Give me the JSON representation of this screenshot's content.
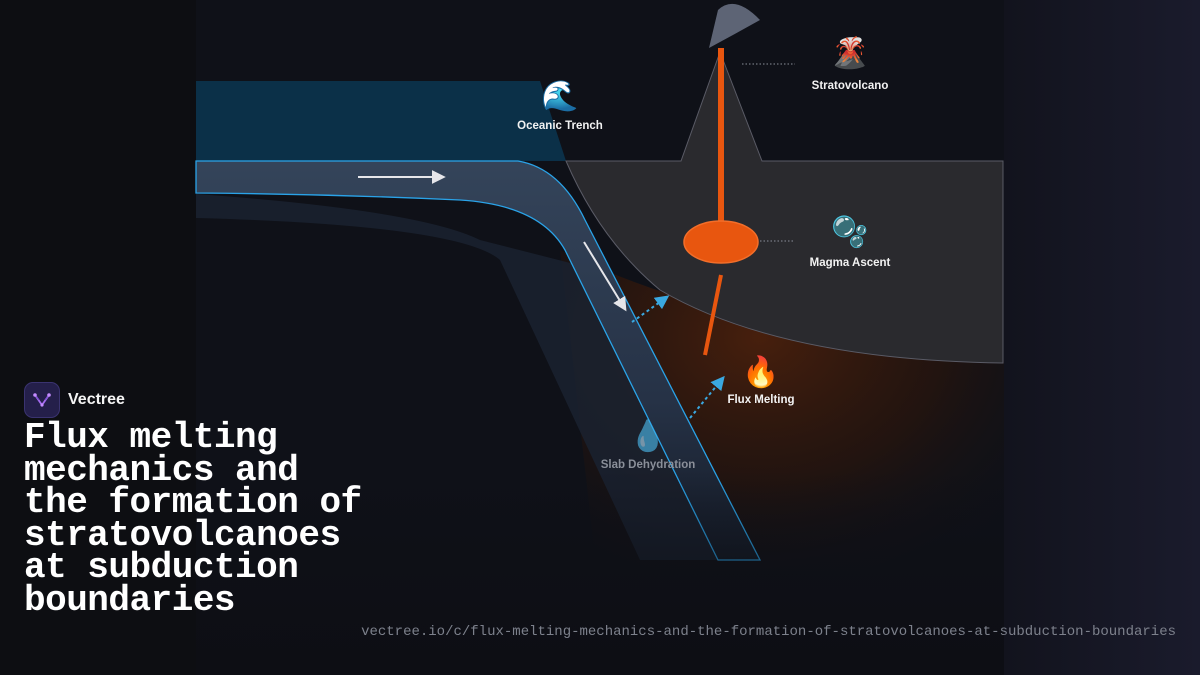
{
  "brand": {
    "name": "Vectree"
  },
  "title": "Flux melting mechanics and the formation of stratovolcanoes at subduction boundaries",
  "url": "vectree.io/c/flux-melting-mechanics-and-the-formation-of-stratovolcanoes-at-subduction-boundaries",
  "labels": {
    "stratovolcano": "Stratovolcano",
    "oceanic_trench": "Oceanic Trench",
    "magma_ascent": "Magma Ascent",
    "flux_melting": "Flux Melting",
    "slab_dehydration": "Slab Dehydration"
  },
  "icons": {
    "stratovolcano": "volcano-icon",
    "oceanic_trench": "wave-icon",
    "magma_ascent": "bubbles-icon",
    "flux_melting": "fire-icon",
    "slab_dehydration": "droplet-icon"
  },
  "colors": {
    "background": "#0d0e14",
    "ocean": "#0b3048",
    "slab": "#34445a",
    "slab_outline": "#2aa3e8",
    "continental_plate": "#2a2a2e",
    "magma": "#e8560f",
    "mantle_glow": "#3a1a0c",
    "water_arrow": "#3aa8e0",
    "brand_accent": "#a56cf0"
  }
}
